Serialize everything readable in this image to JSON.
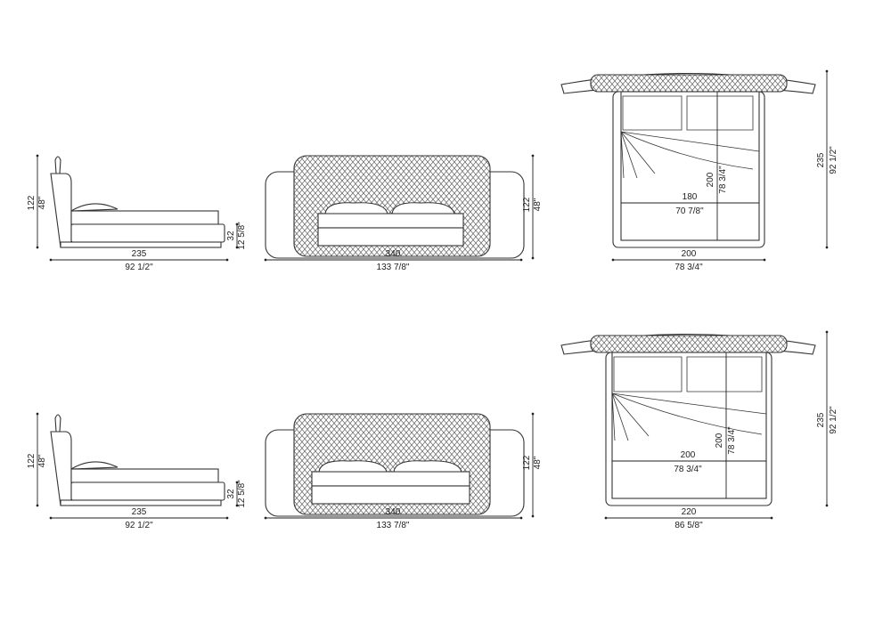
{
  "rows": [
    {
      "side": {
        "height_cm": "122",
        "height_in": "48\"",
        "length_cm": "235",
        "length_in": "92 1/2\"",
        "base_cm": "32",
        "base_in": "12 5/8\""
      },
      "front": {
        "height_cm": "122",
        "height_in": "48\"",
        "width_cm": "340",
        "width_in": "133 7/8\""
      },
      "top": {
        "length_cm": "235",
        "length_in": "92 1/2\"",
        "width_cm": "200",
        "width_in": "78 3/4\"",
        "mattress_w_cm": "180",
        "mattress_w_in": "70 7/8\"",
        "mattress_l_cm": "200",
        "mattress_l_in": "78 3/4\""
      }
    },
    {
      "side": {
        "height_cm": "122",
        "height_in": "48\"",
        "length_cm": "235",
        "length_in": "92 1/2\"",
        "base_cm": "32",
        "base_in": "12 5/8\""
      },
      "front": {
        "height_cm": "122",
        "height_in": "48\"",
        "width_cm": "340",
        "width_in": "133 7/8\""
      },
      "top": {
        "length_cm": "235",
        "length_in": "92 1/2\"",
        "width_cm": "220",
        "width_in": "86 5/8\"",
        "mattress_w_cm": "200",
        "mattress_w_in": "78 3/4\"",
        "mattress_l_cm": "200",
        "mattress_l_in": "78 3/4\""
      }
    }
  ]
}
